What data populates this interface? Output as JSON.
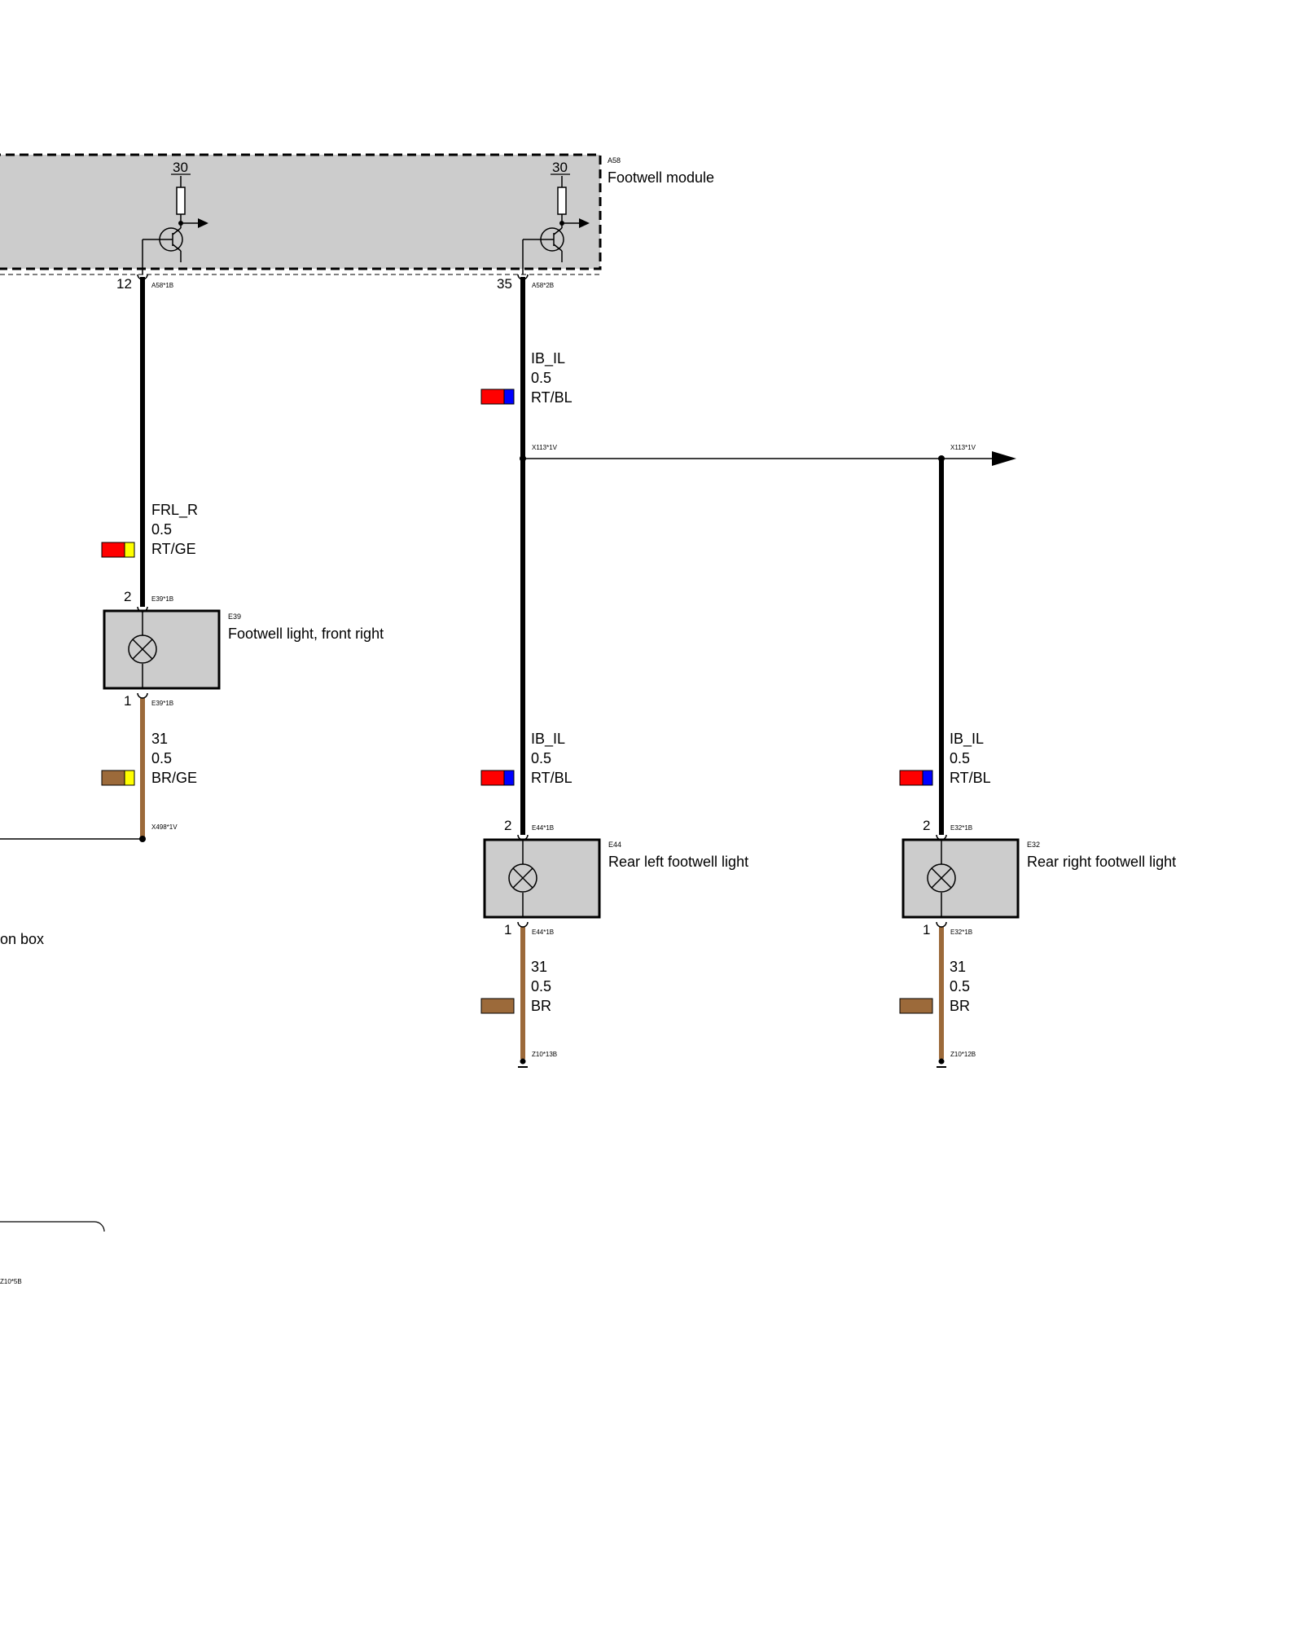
{
  "module": {
    "id": "A58",
    "name": "Footwell module",
    "supply_left": "30",
    "supply_right": "30",
    "pin_left": "12",
    "pin_left_conn": "A58*1B",
    "pin_right": "35",
    "pin_right_conn": "A58*2B"
  },
  "wires": {
    "frl": {
      "signal": "FRL_R",
      "gauge": "0.5",
      "color_code": "RT/GE",
      "colors": [
        "#ff0000",
        "#ffff00"
      ]
    },
    "ib_top": {
      "signal": "IB_IL",
      "gauge": "0.5",
      "color_code": "RT/BL",
      "colors": [
        "#ff0000",
        "#0000ff"
      ]
    },
    "e39_gnd": {
      "signal": "31",
      "gauge": "0.5",
      "color_code": "BR/GE",
      "colors": [
        "#9c6a3a",
        "#ffff00"
      ]
    },
    "e44_feed": {
      "signal": "IB_IL",
      "gauge": "0.5",
      "color_code": "RT/BL",
      "colors": [
        "#ff0000",
        "#0000ff"
      ]
    },
    "e32_feed": {
      "signal": "IB_IL",
      "gauge": "0.5",
      "color_code": "RT/BL",
      "colors": [
        "#ff0000",
        "#0000ff"
      ]
    },
    "e44_gnd": {
      "signal": "31",
      "gauge": "0.5",
      "color_code": "BR",
      "colors": [
        "#9c6a3a"
      ]
    },
    "e32_gnd": {
      "signal": "31",
      "gauge": "0.5",
      "color_code": "BR",
      "colors": [
        "#9c6a3a"
      ]
    }
  },
  "splice": {
    "left_conn": "X113*1V",
    "right_conn": "X113*1V"
  },
  "components": {
    "e39": {
      "id": "E39",
      "name": "Footwell light, front right",
      "pin_top": "2",
      "pin_top_conn": "E39*1B",
      "pin_bottom": "1",
      "pin_bottom_conn": "E39*1B"
    },
    "e44": {
      "id": "E44",
      "name": "Rear left footwell light",
      "pin_top": "2",
      "pin_top_conn": "E44*1B",
      "pin_bottom": "1",
      "pin_bottom_conn": "E44*1B"
    },
    "e32": {
      "id": "E32",
      "name": "Rear right footwell light",
      "pin_top": "2",
      "pin_top_conn": "E32*1B",
      "pin_bottom": "1",
      "pin_bottom_conn": "E32*1B"
    }
  },
  "grounds": {
    "x498": "X498*1V",
    "z10_13": "Z10*13B",
    "z10_12": "Z10*12B",
    "z10_5": "Z10*5B"
  },
  "partial_label": "on box",
  "colors": {
    "module_fill": "#cccccc",
    "component_fill": "#cccccc",
    "wire_black": "#000000",
    "wire_brown": "#9c6a3a"
  }
}
